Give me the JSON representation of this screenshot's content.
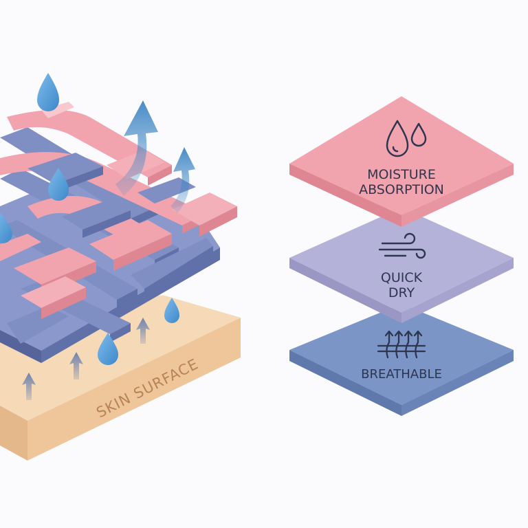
{
  "skin": {
    "label": "SKIN SURFACE"
  },
  "features": [
    {
      "id": "moisture",
      "lines": [
        "MOISTURE",
        "ABSORPTION"
      ],
      "icon": "water-drops-icon"
    },
    {
      "id": "quickdry",
      "lines": [
        "QUICK",
        "DRY"
      ],
      "icon": "wind-icon"
    },
    {
      "id": "breathable",
      "lines": [
        "BREATHABLE"
      ],
      "icon": "airflow-arrows-icon"
    }
  ],
  "colors": {
    "background": "#fbfbfd",
    "pink": "#f2a4ae",
    "pink_dark": "#de8793",
    "pink_light": "#f8c8ce",
    "blue": "#7f8fc4",
    "blue_dark": "#6070a8",
    "lavender": "#b4b2d8",
    "lavender_dark": "#9a97c4",
    "steel_blue": "#7b95c6",
    "steel_blue_dark": "#5f79ad",
    "skin": "#f6d9b6",
    "skin_dark": "#eec69a",
    "water": "#4f9bd8",
    "arrow": "#3f86c4",
    "text": "#2e3550"
  }
}
